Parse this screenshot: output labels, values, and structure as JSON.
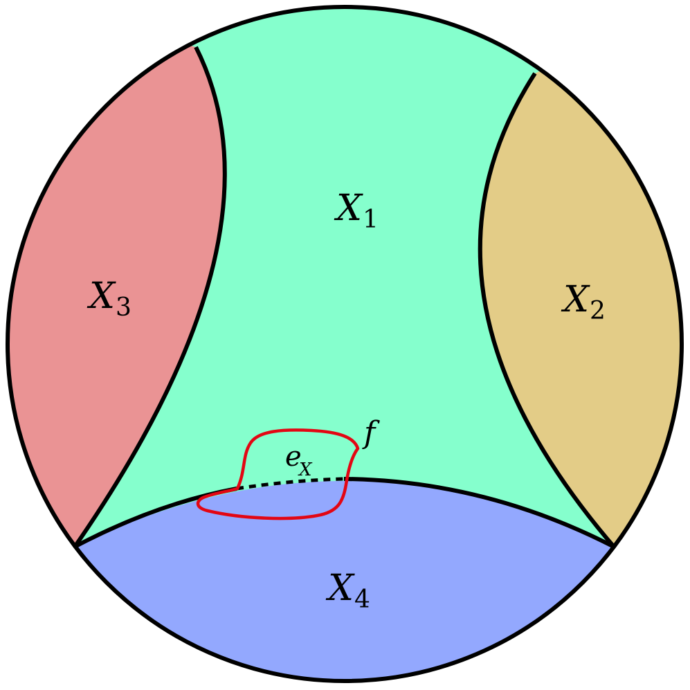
{
  "regions": [
    {
      "id": "X1",
      "base": "X",
      "subscript": "1",
      "color": "#85FFCD"
    },
    {
      "id": "X2",
      "base": "X",
      "subscript": "2",
      "color": "#E3CC87"
    },
    {
      "id": "X3",
      "base": "X",
      "subscript": "3",
      "color": "#EA9394"
    },
    {
      "id": "X4",
      "base": "X",
      "subscript": "4",
      "color": "#93A8FE"
    }
  ],
  "labels": {
    "f": "f",
    "e_base": "e",
    "e_sub": "X"
  },
  "colors": {
    "boundary": "#000000",
    "loop": "#E30613"
  }
}
